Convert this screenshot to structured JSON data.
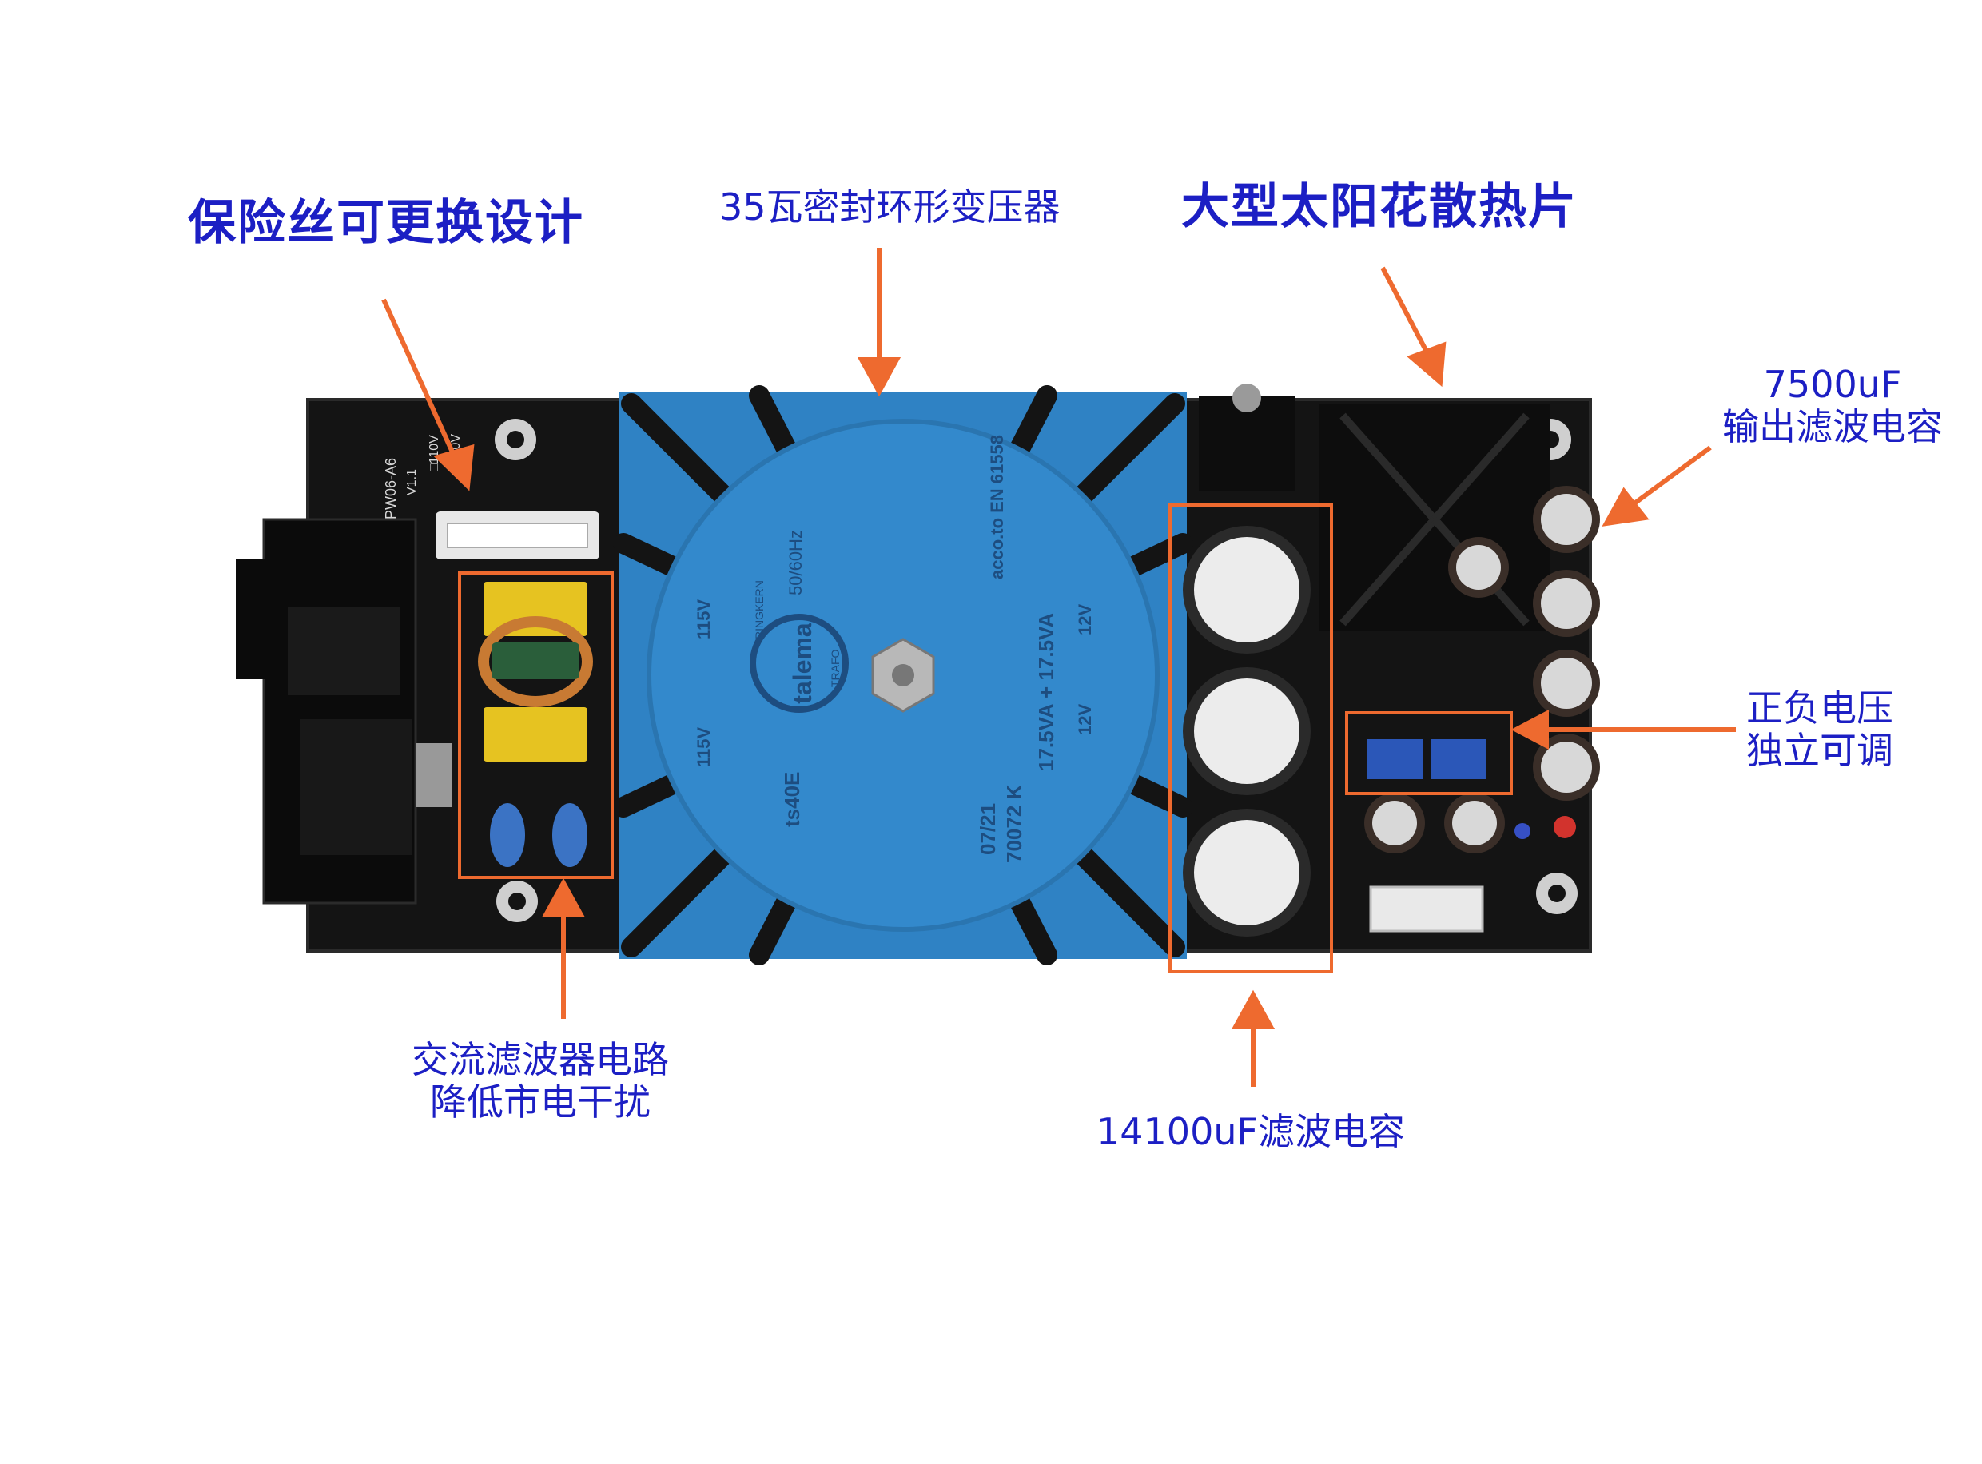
{
  "colors": {
    "label_text": "#1c1fc4",
    "arrow": "#ee6a2f",
    "board": "#141414",
    "transformer": "#2f82c4"
  },
  "labels": {
    "fuse": "保险丝可更换设计",
    "transformer": "35瓦密封环形变压器",
    "heatsink": "大型太阳花散热片",
    "output_cap": [
      "7500uF",
      "输出滤波电容"
    ],
    "voltage_adjust": [
      "正负电压",
      "独立可调"
    ],
    "ac_filter": [
      "交流滤波器电路",
      "降低市电干扰"
    ],
    "main_cap": "14100uF滤波电容"
  },
  "board": {
    "model": "PW06-A6",
    "version": "V1.1",
    "voltage_110": "□110V",
    "voltage_220": "■220V"
  },
  "transformer_print": {
    "brand": "talema",
    "ring_top": "RINGKERN",
    "ring_bottom": "TRAFO",
    "model": "ts40E",
    "date": "07/21",
    "code": "70072 K",
    "rating": "17.5VA + 17.5VA",
    "freq": "50/60Hz",
    "cert": "acco.to EN 61558",
    "primary": "115V",
    "secondary": "12V"
  }
}
